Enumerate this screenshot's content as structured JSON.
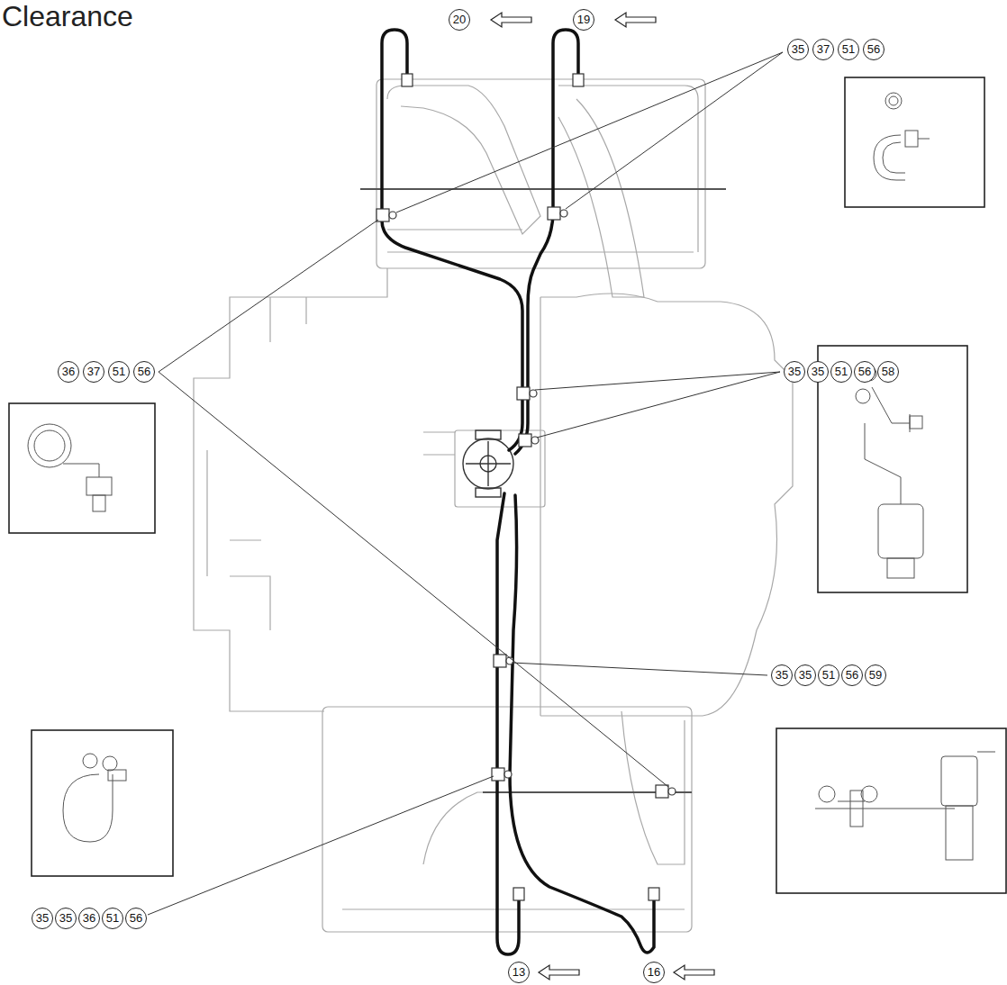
{
  "diagram": {
    "title": "Clearance",
    "labels": [
      "20",
      "19",
      "35",
      "37",
      "51",
      "56",
      "36",
      "37",
      "51",
      "56",
      "35",
      "35",
      "51",
      "56",
      "58",
      "35",
      "35",
      "51",
      "56",
      "59",
      "35",
      "35",
      "36",
      "51",
      "56",
      "13",
      "16"
    ]
  }
}
